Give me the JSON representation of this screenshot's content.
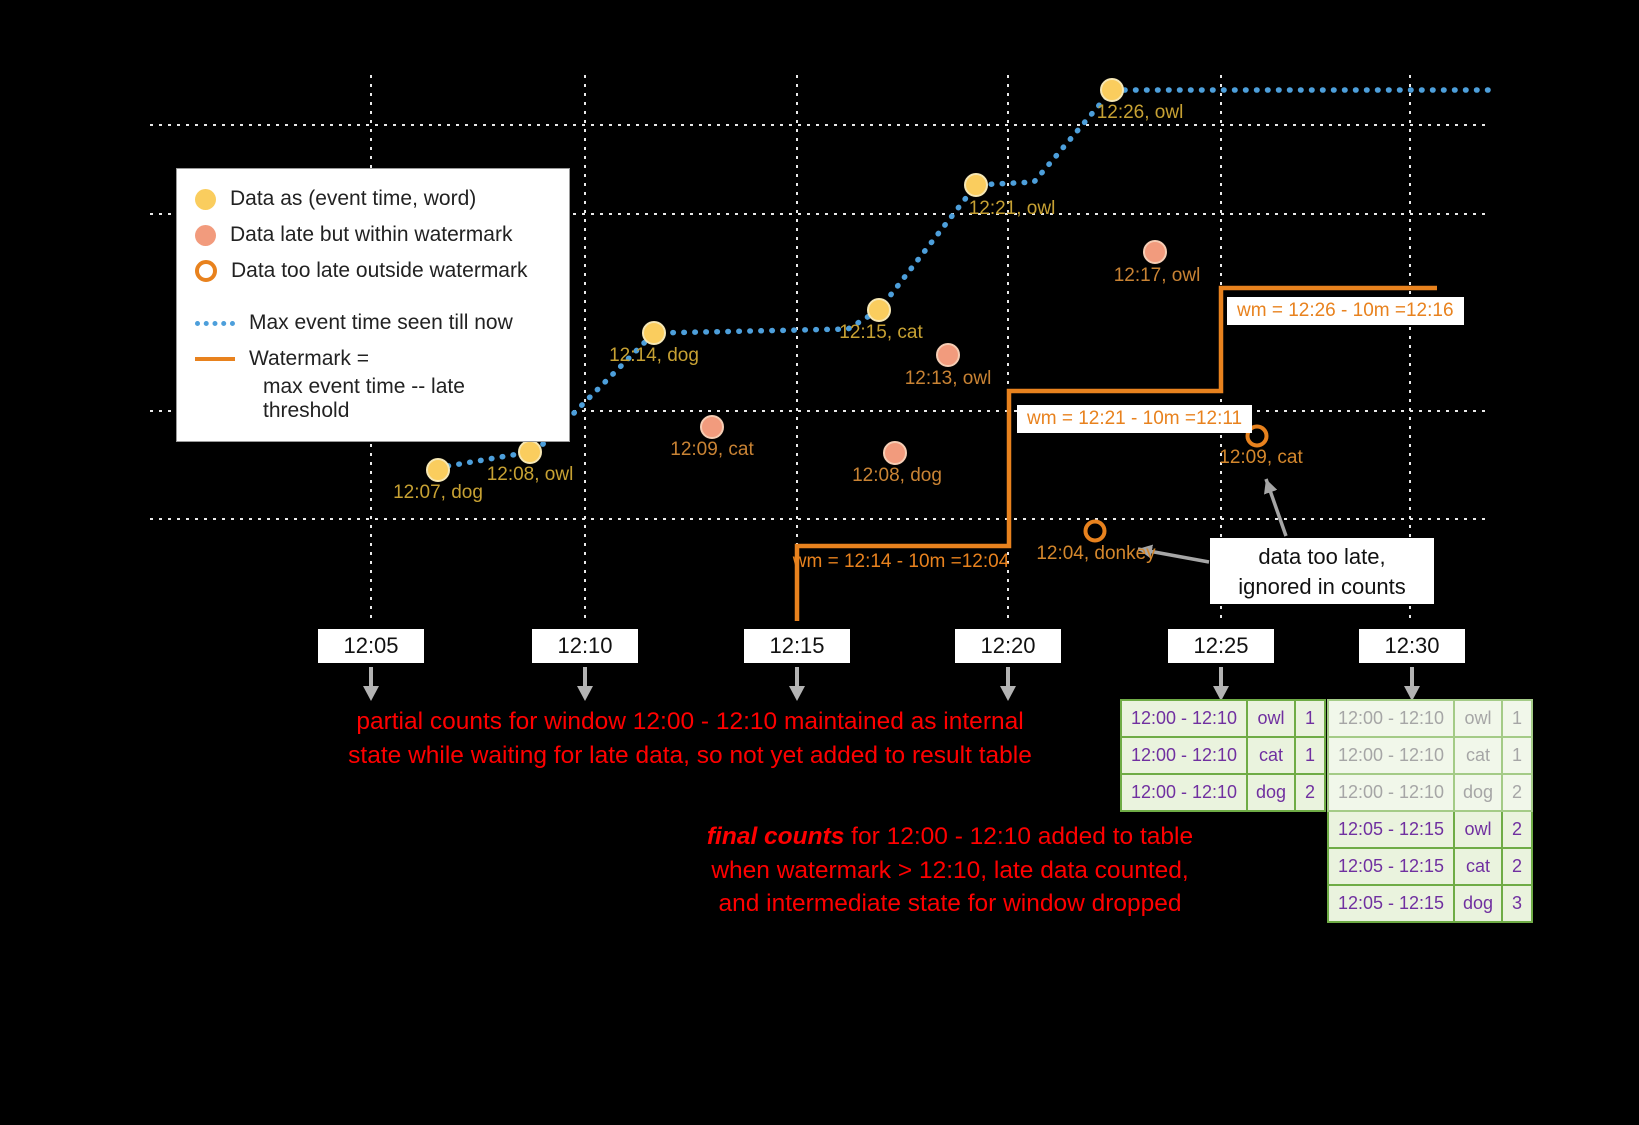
{
  "colors": {
    "background": "#000000",
    "on_time_dot": "#FACD5E",
    "late_dot": "#F29B7D",
    "too_late_ring": "#E8821E",
    "max_event_line": "#4D9FDB",
    "watermark_line": "#E8821E",
    "annotation_red": "#FF0000",
    "table_border_green": "#6FAC46",
    "table_text_purple": "#7030A0"
  },
  "legend": {
    "items": [
      "Data as (event time, word)",
      "Data late but within watermark",
      "Data too late outside watermark",
      "Max event time seen till now"
    ],
    "watermark_line1": "Watermark =",
    "watermark_line2": "max event time -- late threshold"
  },
  "axis_ticks": [
    "12:05",
    "12:10",
    "12:15",
    "12:20",
    "12:25",
    "12:30"
  ],
  "points": [
    {
      "label": "12:07, dog",
      "type": "on-time"
    },
    {
      "label": "12:08, owl",
      "type": "on-time"
    },
    {
      "label": "12:14, dog",
      "type": "on-time"
    },
    {
      "label": "12:09, cat",
      "type": "late"
    },
    {
      "label": "12:15, cat",
      "type": "on-time"
    },
    {
      "label": "12:13, owl",
      "type": "late"
    },
    {
      "label": "12:08, dog",
      "type": "late"
    },
    {
      "label": "12:21, owl",
      "type": "on-time"
    },
    {
      "label": "12:26, owl",
      "type": "on-time"
    },
    {
      "label": "12:17, owl",
      "type": "late"
    },
    {
      "label": "12:04, donkey",
      "type": "too-late"
    },
    {
      "label": "12:09, cat",
      "type": "too-late"
    }
  ],
  "watermark_labels": [
    "wm = 12:14 - 10m =12:04",
    "wm = 12:21 - 10m =12:11",
    "wm = 12:26 - 10m =12:16"
  ],
  "annotations": {
    "partial_line1": "partial counts for window 12:00 - 12:10 maintained as internal",
    "partial_line2": "state while waiting for late data, so not yet added  to result table",
    "final_em": "final counts",
    "final_rest": " for 12:00 - 12:10 added to table",
    "final_line2": "when watermark > 12:10, late data counted,",
    "final_line3": "and intermediate state for window dropped",
    "too_late_line1": "data too late,",
    "too_late_line2": "ignored in counts"
  },
  "tables": [
    {
      "rows": [
        {
          "window": "12:00 - 12:10",
          "word": "owl",
          "count": "1"
        },
        {
          "window": "12:00 - 12:10",
          "word": "cat",
          "count": "1"
        },
        {
          "window": "12:00 - 12:10",
          "word": "dog",
          "count": "2"
        }
      ]
    },
    {
      "rows": [
        {
          "window": "12:00 - 12:10",
          "word": "owl",
          "count": "1",
          "faded": true
        },
        {
          "window": "12:00 - 12:10",
          "word": "cat",
          "count": "1",
          "faded": true
        },
        {
          "window": "12:00 - 12:10",
          "word": "dog",
          "count": "2",
          "faded": true
        },
        {
          "window": "12:05 - 12:15",
          "word": "owl",
          "count": "2",
          "faded": false
        },
        {
          "window": "12:05 - 12:15",
          "word": "cat",
          "count": "2",
          "faded": false
        },
        {
          "window": "12:05 - 12:15",
          "word": "dog",
          "count": "3",
          "faded": false
        }
      ]
    }
  ]
}
